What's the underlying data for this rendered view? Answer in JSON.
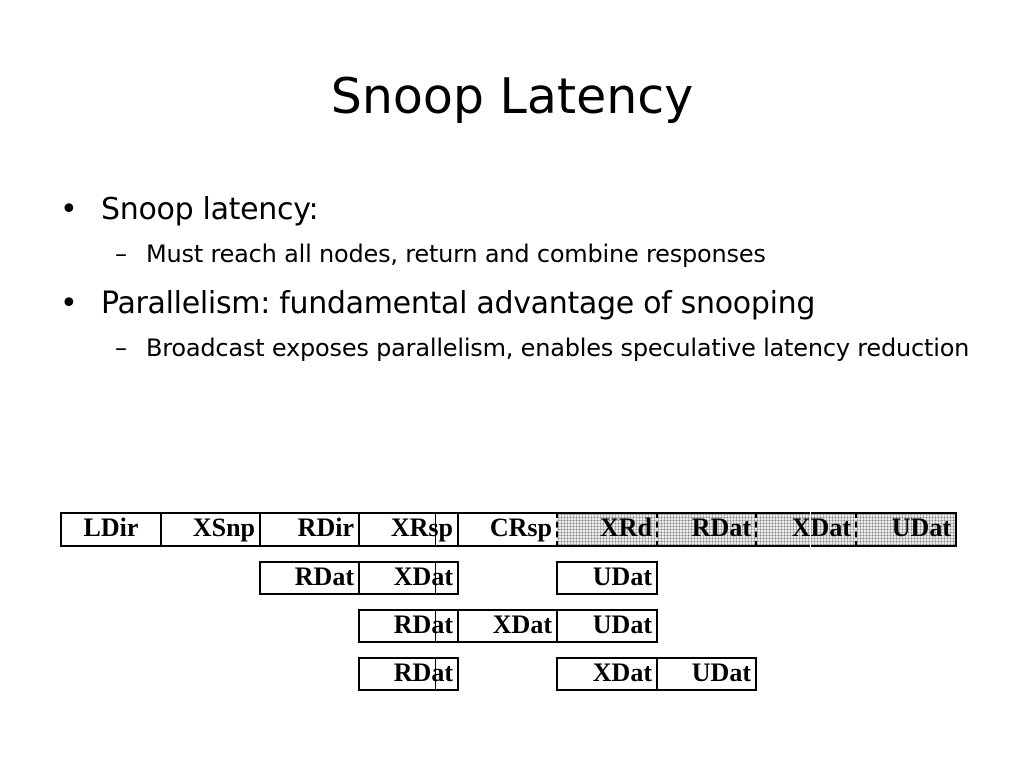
{
  "title": "Snoop Latency",
  "bullets": [
    {
      "marker": "•",
      "text": "Snoop latency:",
      "sub": [
        {
          "marker": "–",
          "text": "Must reach all nodes, return and combine responses"
        }
      ]
    },
    {
      "marker": "•",
      "text": "Parallelism: fundamental advantage of snooping",
      "sub": [
        {
          "marker": "–",
          "text": "Broadcast exposes parallelism, enables speculative latency reduction"
        }
      ]
    }
  ],
  "timing_diagram": {
    "row1": [
      "LDir",
      "XSnp",
      "RDir",
      "XRsp",
      "CRsp",
      "XRd",
      "RDat",
      "XDat",
      "UDat"
    ],
    "row2": [
      "RDat",
      "XDat",
      "UDat"
    ],
    "row3": [
      "RDat",
      "XDat",
      "UDat"
    ],
    "row4": [
      "RDat",
      "XDat",
      "UDat"
    ]
  }
}
